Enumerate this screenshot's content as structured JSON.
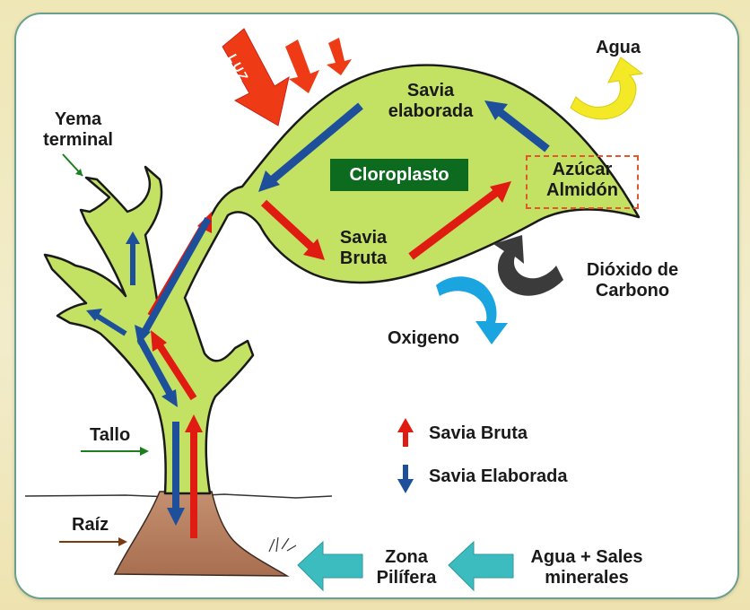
{
  "labels": {
    "luz": "LUZ",
    "agua": "Agua",
    "savia_elaborada_line1": "Savia",
    "savia_elaborada_line2": "elaborada",
    "yema_line1": "Yema",
    "yema_line2": "terminal",
    "cloroplasto": "Cloroplasto",
    "azucar_line1": "Azúcar",
    "azucar_line2": "Almidón",
    "savia_bruta_line1": "Savia",
    "savia_bruta_line2": "Bruta",
    "dioxido_line1": "Dióxido de",
    "dioxido_line2": "Carbono",
    "oxigeno": "Oxigeno",
    "tallo": "Tallo",
    "raiz": "Raíz",
    "zona_line1": "Zona",
    "zona_line2": "Pilífera",
    "agua_sales_line1": "Agua + Sales",
    "agua_sales_line2": "minerales"
  },
  "legend": {
    "bruta": "Savia Bruta",
    "elaborada": "Savia Elaborada"
  },
  "colors": {
    "plant_green": "#c3e264",
    "plant_dark_green": "#a8cf48",
    "savia_bruta_red": "#e01b12",
    "savia_elaborada_blue": "#1d4f9a",
    "soil": "#b77a5a",
    "cyan_arrow": "#3dbcc0",
    "luz_arrow": "#ef3a16",
    "agua_arrow": "#f3e927",
    "oxigeno_arrow": "#1aa4e0",
    "co2_arrow": "#3b3b3b",
    "cloroplasto_box": "#0d6b1f"
  }
}
